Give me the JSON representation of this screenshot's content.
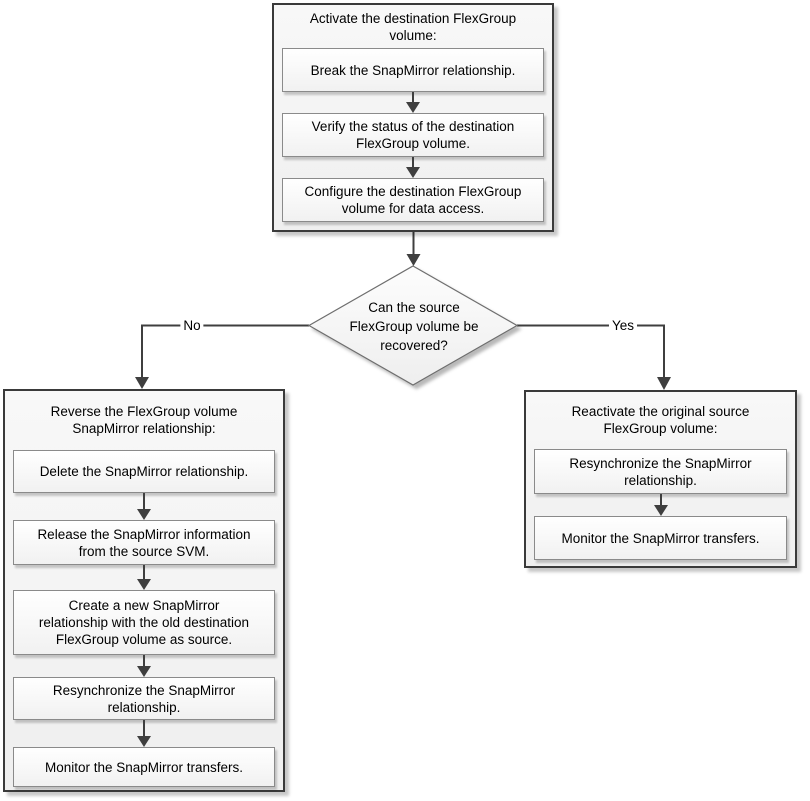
{
  "flow": {
    "activate": {
      "title": "Activate the destination FlexGroup\nvolume:",
      "steps": [
        "Break the SnapMirror relationship.",
        "Verify the status of the destination\nFlexGroup volume.",
        "Configure the destination FlexGroup\nvolume for data access."
      ]
    },
    "decision": "Can the source\nFlexGroup volume be\nrecovered?",
    "no_label": "No",
    "yes_label": "Yes",
    "reverse": {
      "title": "Reverse the FlexGroup volume\nSnapMirror relationship:",
      "steps": [
        "Delete the SnapMirror relationship.",
        "Release the SnapMirror information\nfrom the source SVM.",
        "Create a new SnapMirror\nrelationship with the old destination\nFlexGroup volume as source.",
        "Resynchronize the SnapMirror\nrelationship.",
        "Monitor the SnapMirror transfers."
      ]
    },
    "reactivate": {
      "title": "Reactivate the original source\nFlexGroup volume:",
      "steps": [
        "Resynchronize the SnapMirror\nrelationship.",
        "Monitor the SnapMirror transfers."
      ]
    },
    "colors": {
      "container_border": "#3a3a3a",
      "step_border": "#8a8a8a",
      "connector": "#3f3f3f",
      "diamond_border": "#6e6e6e",
      "container_fill": "#f4f4f4",
      "step_fill": "#ffffff",
      "text": "#000000"
    }
  }
}
